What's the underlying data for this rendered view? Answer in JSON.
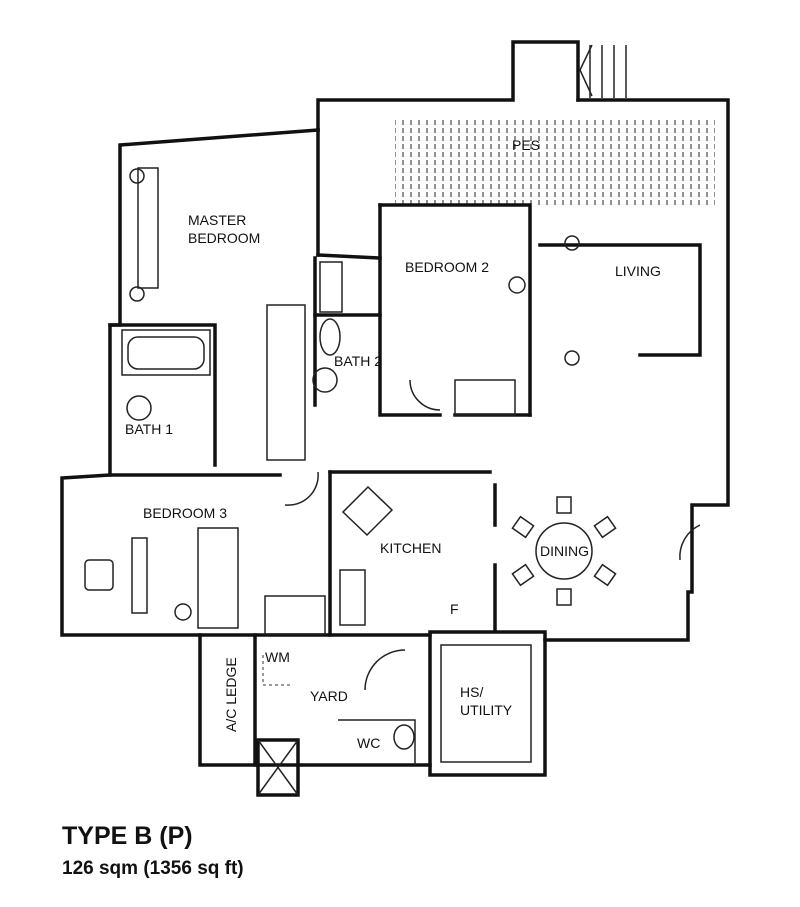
{
  "plan": {
    "rooms": {
      "pes": "PES",
      "master_bedroom_line1": "MASTER",
      "master_bedroom_line2": "BEDROOM",
      "bedroom2": "BEDROOM 2",
      "living": "LIVING",
      "bath2": "BATH 2",
      "bath1": "BATH 1",
      "bedroom3": "BEDROOM 3",
      "kitchen": "KITCHEN",
      "dining": "DINING",
      "fridge": "F",
      "wm": "WM",
      "yard": "YARD",
      "ac_ledge": "A/C LEDGE",
      "wc": "WC",
      "hs_line1": "HS/",
      "hs_line2": "UTILITY"
    }
  },
  "caption": {
    "type": "TYPE B (P)",
    "area": "126 sqm (1356 sq ft)"
  }
}
